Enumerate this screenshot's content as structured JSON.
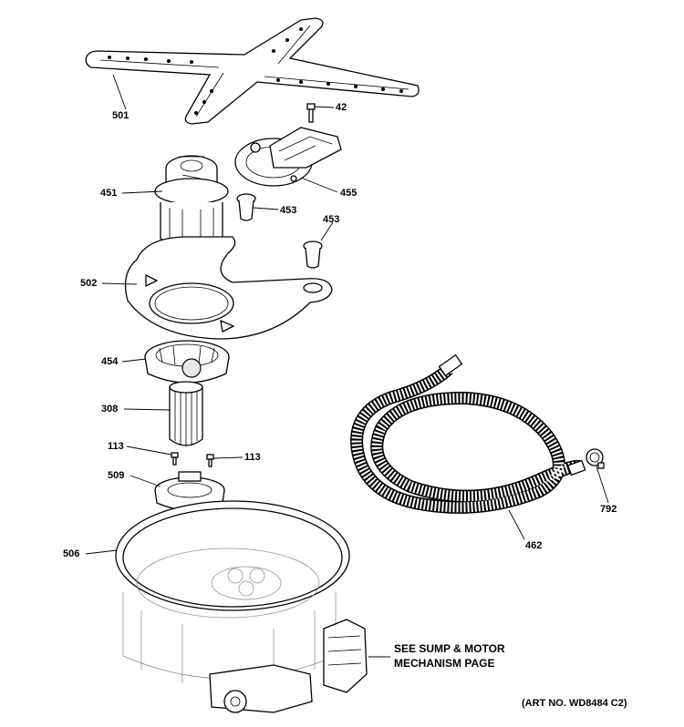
{
  "callouts": [
    {
      "id": "501",
      "text": "501"
    },
    {
      "id": "42",
      "text": "42"
    },
    {
      "id": "451",
      "text": "451"
    },
    {
      "id": "455",
      "text": "455"
    },
    {
      "id": "453a",
      "text": "453"
    },
    {
      "id": "453b",
      "text": "453"
    },
    {
      "id": "502",
      "text": "502"
    },
    {
      "id": "454",
      "text": "454"
    },
    {
      "id": "308",
      "text": "308"
    },
    {
      "id": "113a",
      "text": "113"
    },
    {
      "id": "113b",
      "text": "113"
    },
    {
      "id": "509",
      "text": "509"
    },
    {
      "id": "506",
      "text": "506"
    },
    {
      "id": "462",
      "text": "462"
    },
    {
      "id": "792",
      "text": "792"
    }
  ],
  "note": {
    "line1": "SEE SUMP & MOTOR",
    "line2": "MECHANISM PAGE"
  },
  "art_number": "(ART NO. WD8484 C2)"
}
